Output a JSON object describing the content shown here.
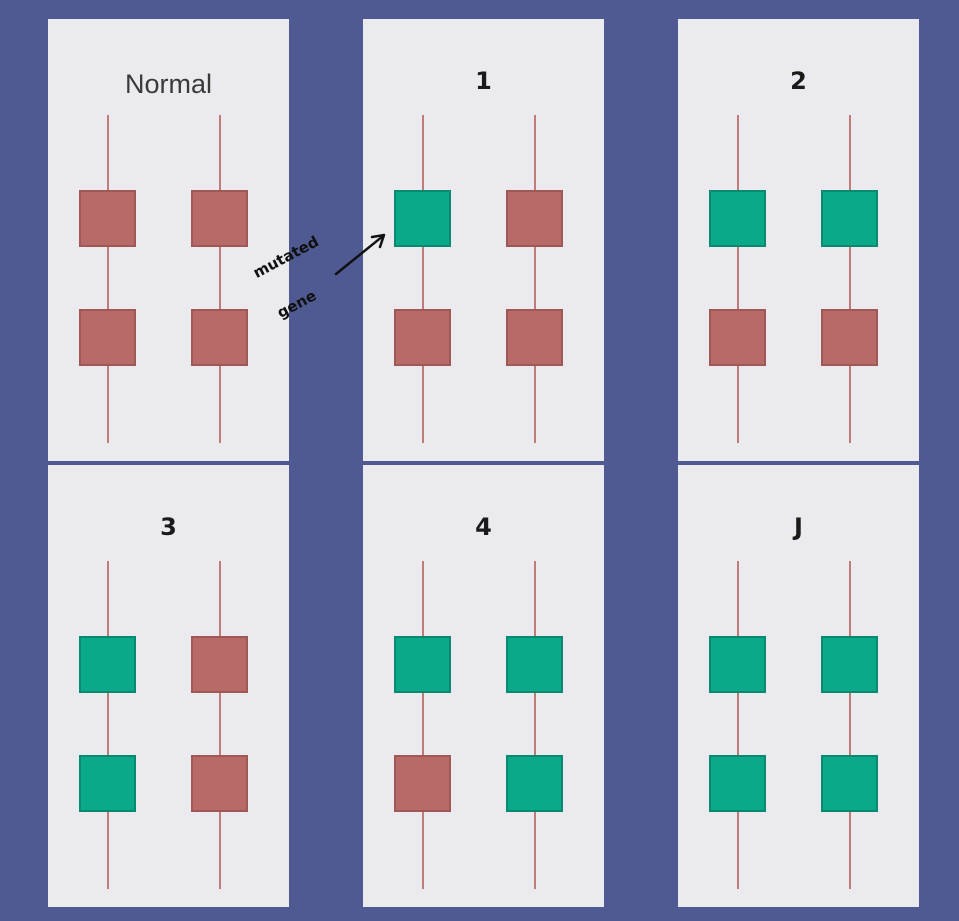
{
  "colors": {
    "background": "#4f5a92",
    "panel": "#ebebef",
    "normal_gene": "#b86a68",
    "mutated_gene": "#0aa989",
    "strand": "#c17b78"
  },
  "panels": [
    {
      "label": "Normal",
      "genes": [
        "normal",
        "normal",
        "normal",
        "normal"
      ]
    },
    {
      "label": "1",
      "genes": [
        "mutated",
        "normal",
        "normal",
        "normal"
      ]
    },
    {
      "label": "2",
      "genes": [
        "mutated",
        "mutated",
        "normal",
        "normal"
      ]
    },
    {
      "label": "3",
      "genes": [
        "mutated",
        "normal",
        "mutated",
        "normal"
      ]
    },
    {
      "label": "4",
      "genes": [
        "mutated",
        "mutated",
        "normal",
        "mutated"
      ]
    },
    {
      "label": "J",
      "genes": [
        "mutated",
        "mutated",
        "mutated",
        "mutated"
      ]
    }
  ],
  "annotation": {
    "line1": "mutated",
    "line2": "gene"
  }
}
